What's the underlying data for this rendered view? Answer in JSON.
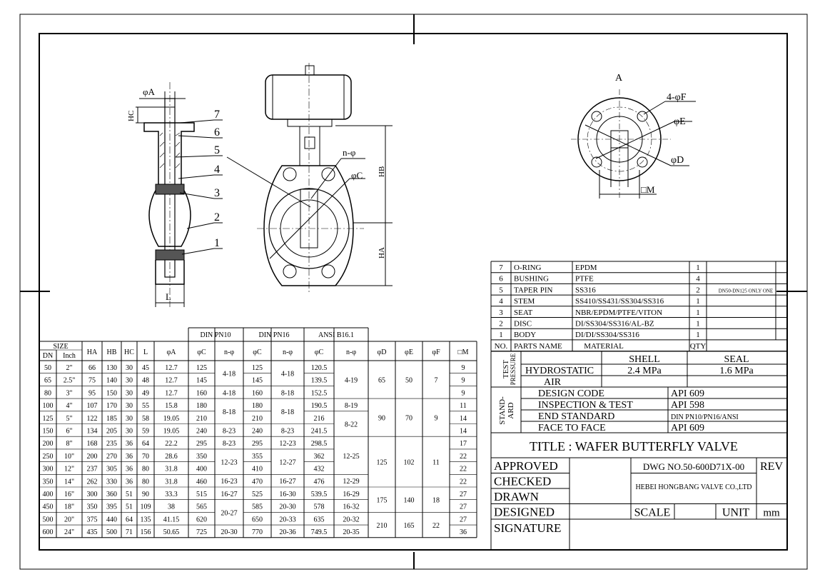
{
  "drawing": {
    "label_A": "A",
    "label_phiA": "φA",
    "label_HC": "HC",
    "label_L": "L",
    "label_HB": "HB",
    "label_HA": "HA",
    "label_n_phi": "n-φ",
    "label_phiC": "φC",
    "label_4phiF": "4-φF",
    "label_phiE": "φE",
    "label_phiD": "φD",
    "label_M": "□M",
    "callouts": [
      "7",
      "6",
      "5",
      "4",
      "3",
      "2",
      "1"
    ]
  },
  "size_table": {
    "group_headers": [
      "DIN PN10",
      "DIN PN16",
      "ANSI B16.1"
    ],
    "size_header": "SIZE",
    "dn_header": "DN",
    "inch_header": "Inch",
    "col_headers": [
      "HA",
      "HB",
      "HC",
      "L",
      "φA",
      "φC",
      "n-φ",
      "φC",
      "n-φ",
      "φC",
      "n-φ",
      "φD",
      "φE",
      "φF",
      "□M"
    ],
    "rows": [
      [
        "50",
        "2\"",
        "66",
        "130",
        "30",
        "45",
        "12.7",
        "125",
        "125",
        "120.5",
        "9"
      ],
      [
        "65",
        "2.5\"",
        "75",
        "140",
        "30",
        "48",
        "12.7",
        "145",
        "145",
        "139.5",
        "9"
      ],
      [
        "80",
        "3\"",
        "95",
        "150",
        "30",
        "49",
        "12.7",
        "160",
        "160",
        "152.5",
        "9"
      ],
      [
        "100",
        "4\"",
        "107",
        "170",
        "30",
        "55",
        "15.8",
        "180",
        "180",
        "190.5",
        "11"
      ],
      [
        "125",
        "5\"",
        "122",
        "185",
        "30",
        "58",
        "19.05",
        "210",
        "210",
        "216",
        "14"
      ],
      [
        "150",
        "6\"",
        "134",
        "205",
        "30",
        "59",
        "19.05",
        "240",
        "240",
        "241.5",
        "14"
      ],
      [
        "200",
        "8\"",
        "168",
        "235",
        "36",
        "64",
        "22.2",
        "295",
        "295",
        "298.5",
        "17"
      ],
      [
        "250",
        "10\"",
        "200",
        "270",
        "36",
        "70",
        "28.6",
        "350",
        "355",
        "362",
        "22"
      ],
      [
        "300",
        "12\"",
        "237",
        "305",
        "36",
        "80",
        "31.8",
        "400",
        "410",
        "432",
        "22"
      ],
      [
        "350",
        "14\"",
        "262",
        "330",
        "36",
        "80",
        "31.8",
        "460",
        "470",
        "476",
        "22"
      ],
      [
        "400",
        "16\"",
        "300",
        "360",
        "51",
        "90",
        "33.3",
        "515",
        "525",
        "539.5",
        "27"
      ],
      [
        "450",
        "18\"",
        "350",
        "395",
        "51",
        "109",
        "38",
        "565",
        "585",
        "578",
        "27"
      ],
      [
        "500",
        "20\"",
        "375",
        "440",
        "64",
        "135",
        "41.15",
        "620",
        "650",
        "635",
        "27"
      ],
      [
        "600",
        "24\"",
        "435",
        "500",
        "71",
        "156",
        "50.65",
        "725",
        "770",
        "749.5",
        "36"
      ]
    ],
    "np10": [
      "4-18",
      "4-18",
      "8-18",
      "8-23",
      "8-23",
      "12-23",
      "16-23",
      "16-27",
      "20-27",
      "20-30"
    ],
    "np16": [
      "4-18",
      "8-18",
      "8-18",
      "8-23",
      "12-23",
      "12-27",
      "16-27",
      "16-30",
      "20-30",
      "20-33",
      "20-36"
    ],
    "ansi": [
      "4-19",
      "8-19",
      "8-22",
      "12-25",
      "12-29",
      "16-29",
      "16-32",
      "20-32",
      "20-35"
    ],
    "phiD": [
      "65",
      "90",
      "125",
      "175",
      "210"
    ],
    "phiE": [
      "50",
      "70",
      "102",
      "140",
      "165"
    ],
    "phiF": [
      "7",
      "9",
      "11",
      "18",
      "22"
    ]
  },
  "parts": {
    "rows": [
      {
        "no": "7",
        "name": "O-RING",
        "material": "EPDM",
        "qty": "1",
        "note": ""
      },
      {
        "no": "6",
        "name": "BUSHING",
        "material": "PTFE",
        "qty": "4",
        "note": ""
      },
      {
        "no": "5",
        "name": "TAPER PIN",
        "material": "SS316",
        "qty": "2",
        "note": "DN50-DN125 ONLY ONE"
      },
      {
        "no": "4",
        "name": "STEM",
        "material": "SS410/SS431/SS304/SS316",
        "qty": "1",
        "note": ""
      },
      {
        "no": "3",
        "name": "SEAT",
        "material": "NBR/EPDM/PTFE/VITON",
        "qty": "1",
        "note": ""
      },
      {
        "no": "2",
        "name": "DISC",
        "material": "DI/SS304/SS316/AL-BZ",
        "qty": "1",
        "note": ""
      },
      {
        "no": "1",
        "name": "BODY",
        "material": "DI/DI/SS304/SS316",
        "qty": "1",
        "note": ""
      }
    ],
    "header_no": "NO.",
    "header_name": "PARTS NAME",
    "header_material": "MATERIAL",
    "header_qty": "QTY"
  },
  "test": {
    "label": "TEST PRESSURE",
    "shell": "SHELL",
    "seal": "SEAL",
    "hydro": "HYDROSTATIC",
    "hydro_shell": "2.4 MPa",
    "hydro_seal": "1.6 MPa",
    "air": "AIR"
  },
  "standard": {
    "label": "STAND-ARD",
    "rows": [
      {
        "name": "DESIGN CODE",
        "value": "API 609"
      },
      {
        "name": "INSPECTION & TEST",
        "value": "API 598"
      },
      {
        "name": "END STANDARD",
        "value": "DIN PN10/PN16/ANSI"
      },
      {
        "name": "FACE TO FACE",
        "value": "API 609"
      }
    ]
  },
  "title_block": {
    "title": "TITLE : WAFER BUTTERFLY VALVE",
    "approved": "APPROVED",
    "checked": "CHECKED",
    "drawn": "DRAWN",
    "designed": "DESIGNED",
    "signature": "SIGNATURE",
    "dwg_no": "DWG NO.50-600D71X-00",
    "rev": "REV",
    "company": "HEBEI HONGBANG VALVE CO.,LTD",
    "scale": "SCALE",
    "unit": "UNIT",
    "unit_value": "mm"
  }
}
